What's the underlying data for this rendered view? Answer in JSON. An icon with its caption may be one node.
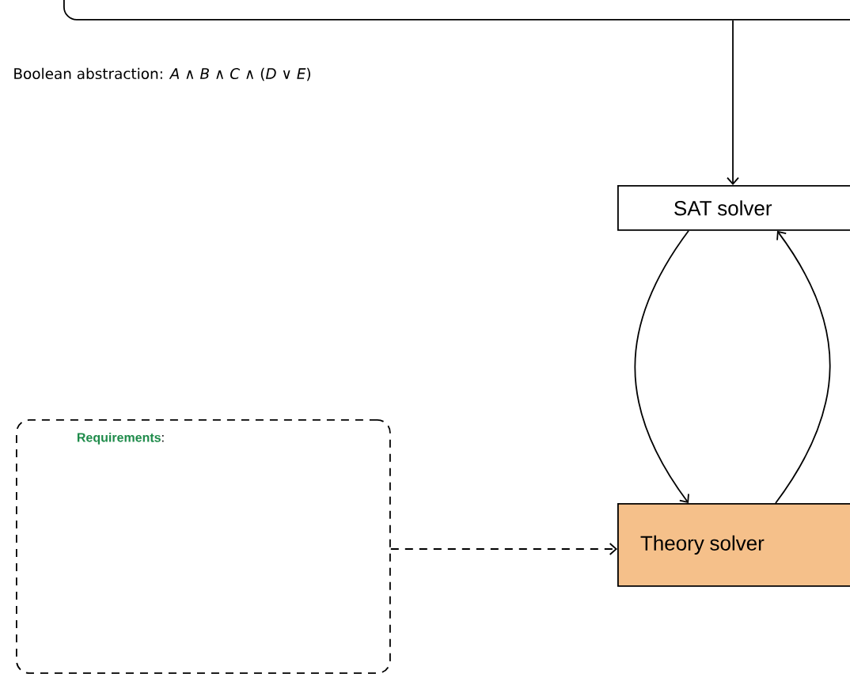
{
  "diagram": {
    "nodes": [
      {
        "text": [],
        "shape": "box"
      },
      {
        "text": [
          "SAT solver"
        ]
      },
      {
        "text": [
          "Theory solver"
        ]
      },
      {
        "text": [
          "**Requirements**:"
        ]
      }
    ],
    "edges": [
      {
        "from": 0,
        "to": 1,
        "arrow": "to"
      },
      {
        "from": 1,
        "to": 2,
        "arrow": "to"
      },
      {
        "from": 2,
        "to": 1,
        "arrow": "to"
      },
      {
        "from": 3,
        "to": 2,
        "arrow": "to",
        "style": "dashed"
      }
    ],
    "labels": [
      "Boolean abstraction: *A* ∧ *B* ∧ *C* ∧ (*D* ∨ *E*)"
    ]
  }
}
